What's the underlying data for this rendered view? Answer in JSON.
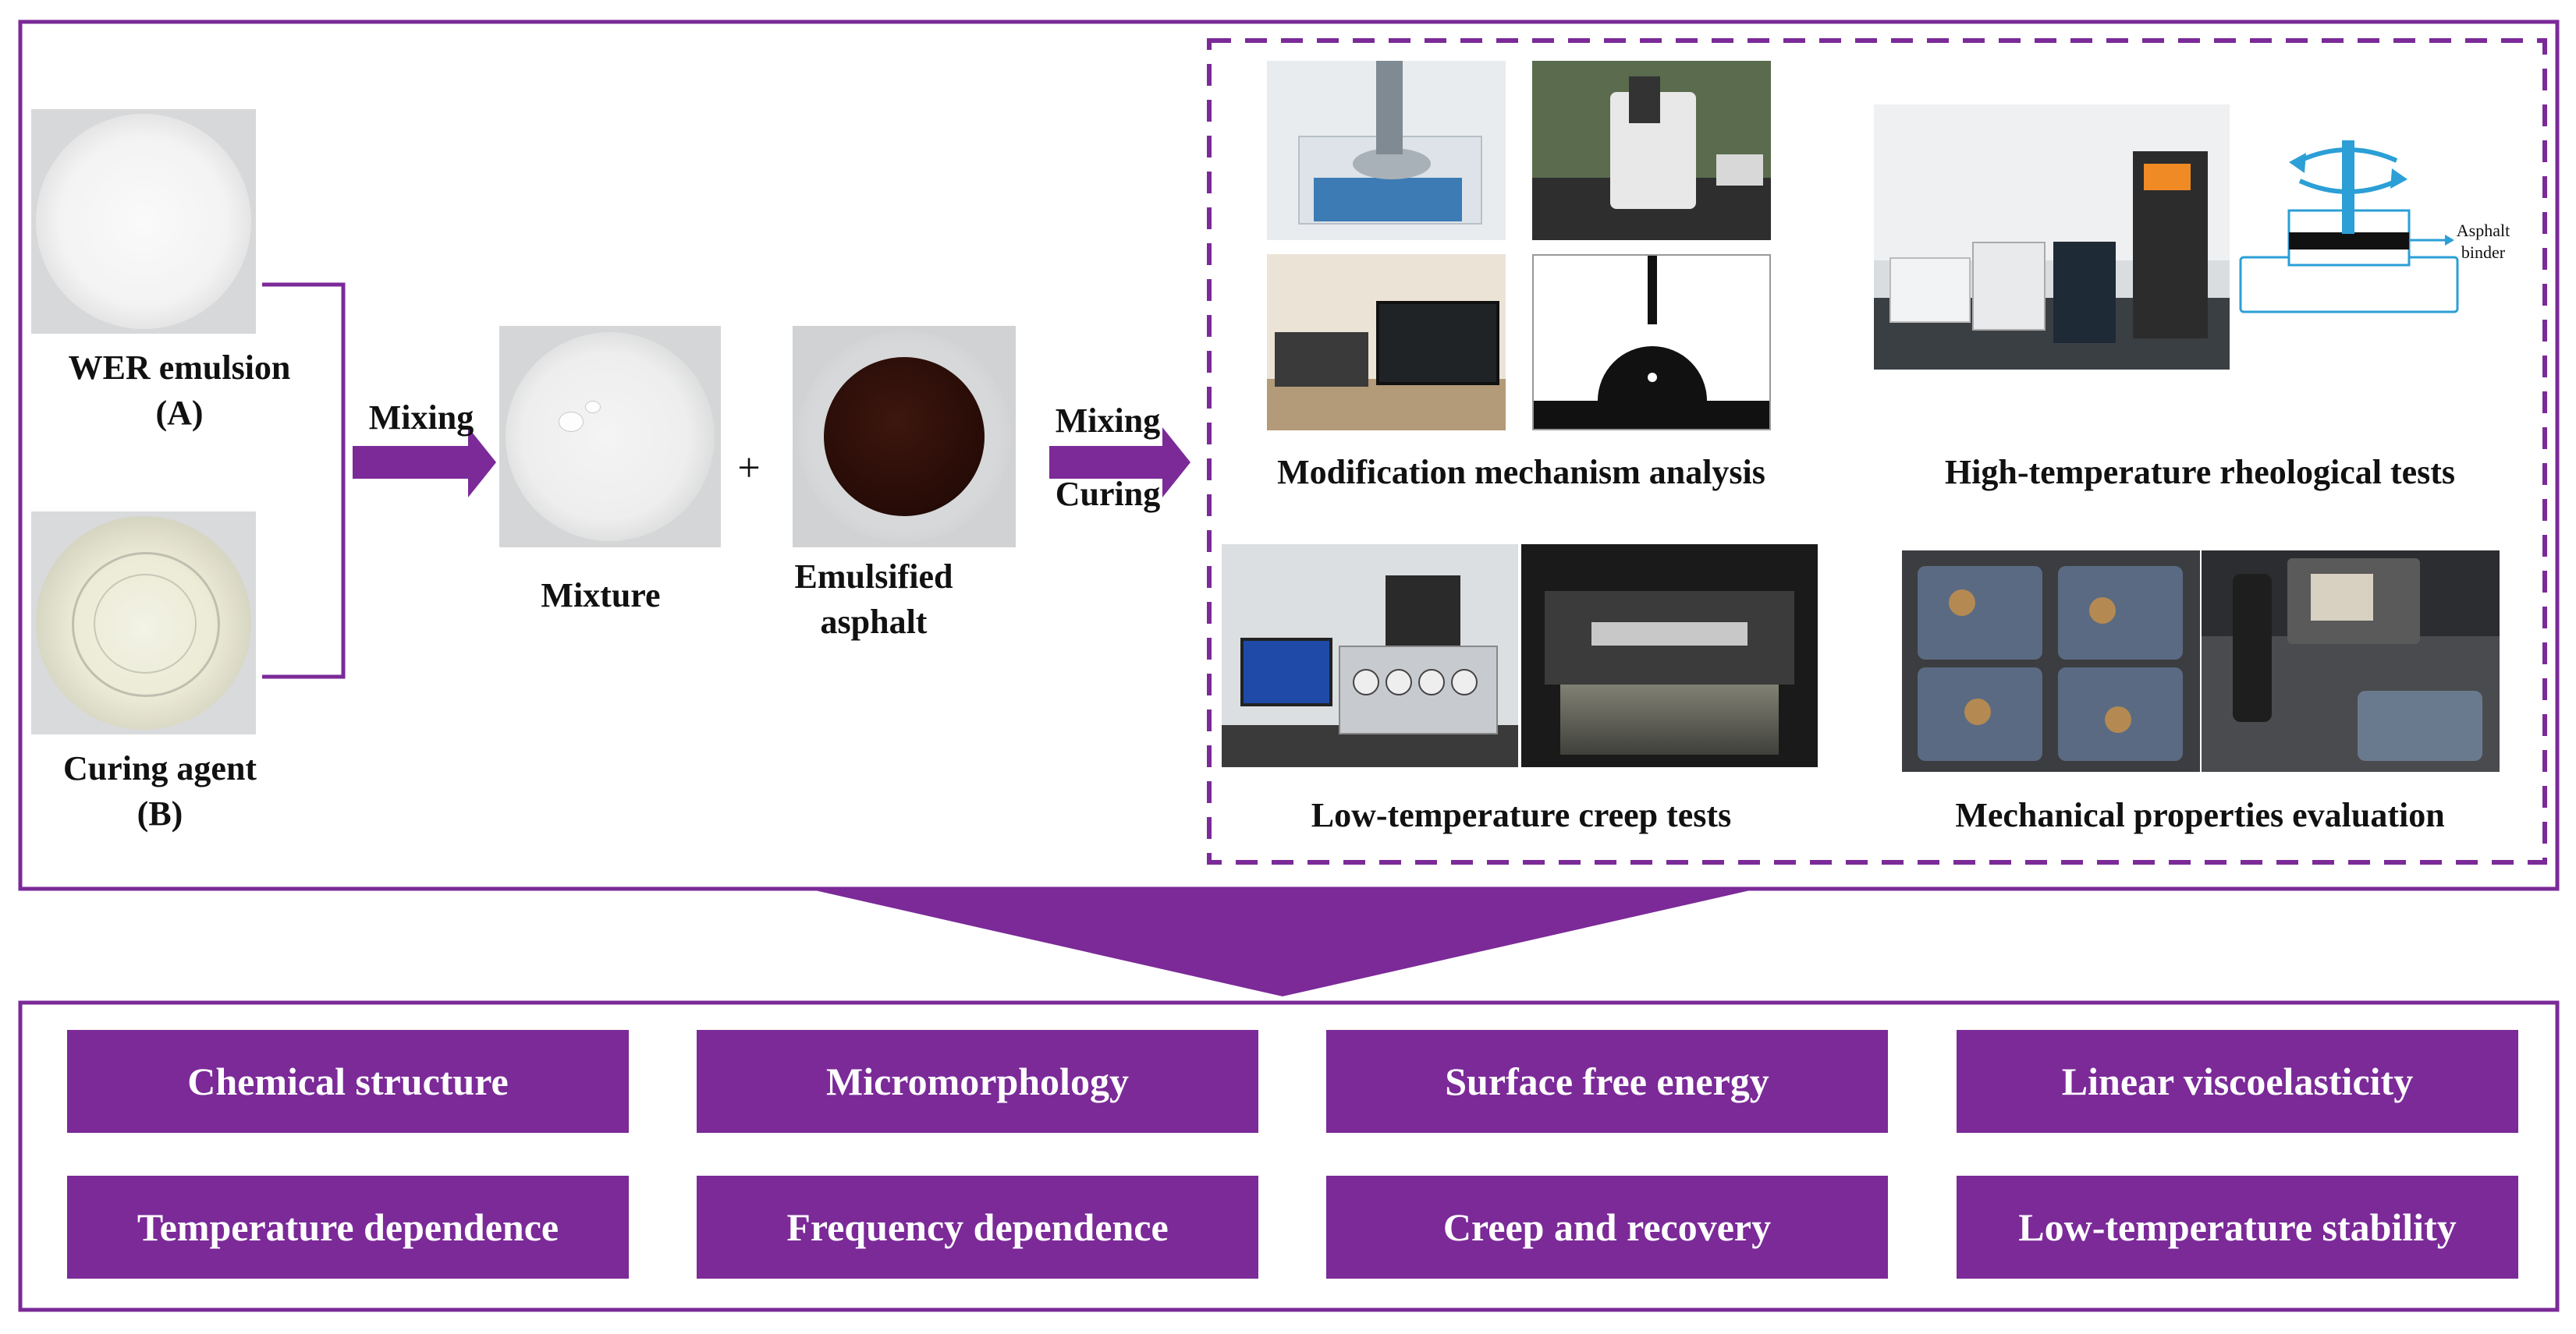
{
  "inputs": {
    "a_label": "WER emulsion",
    "a_tag": "(A)",
    "b_label": "Curing agent",
    "b_tag": "(B)"
  },
  "steps": {
    "step1": "Mixing",
    "step2_line1": "Mixing",
    "step2_line2": "Curing",
    "plus": "+"
  },
  "intermediates": {
    "mixture": "Mixture",
    "asphalt_line1": "Emulsified",
    "asphalt_line2": "asphalt"
  },
  "tests": {
    "mechanism": "Modification mechanism analysis",
    "rheological": "High-temperature rheological tests",
    "creep": "Low-temperature creep tests",
    "mechanical": "Mechanical properties evaluation",
    "schematic_label_line1": "Asphalt",
    "schematic_label_line2": "binder"
  },
  "properties": [
    "Chemical structure",
    "Micromorphology",
    "Surface free energy",
    "Linear viscoelasticity",
    "Temperature dependence",
    "Frequency dependence",
    "Creep and recovery",
    "Low-temperature stability"
  ],
  "colors": {
    "accent": "#7b2a98",
    "asphalt": "#2a0d08"
  }
}
